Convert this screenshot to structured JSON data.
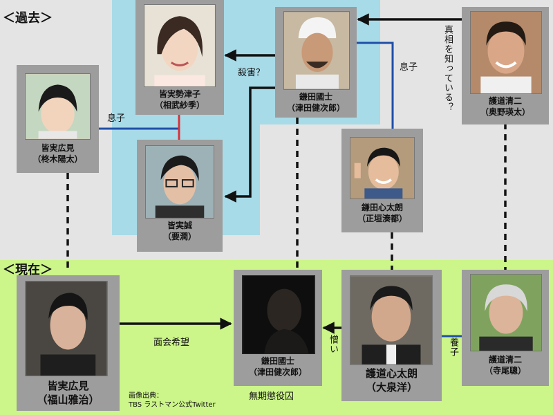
{
  "sections": {
    "past": "＜過去＞",
    "present": "＜現在＞"
  },
  "people": {
    "minazane_hiromi_past": {
      "role": "皆実広見",
      "actor": "（柊木陽太）"
    },
    "minazane_setsuko": {
      "role": "皆実勢津子",
      "actor": "（相武紗季）"
    },
    "kamata_kokushi_past": {
      "role": "鎌田國士",
      "actor": "（津田健次郎）"
    },
    "gomichi_seiji_past": {
      "role": "護道清二",
      "actor": "（奥野瑛太）"
    },
    "minazane_makoto": {
      "role": "皆実誠",
      "actor": "（要潤）"
    },
    "kamata_shintaro": {
      "role": "鎌田心太朗",
      "actor": "（正垣湊都）"
    },
    "minazane_hiromi_now": {
      "role": "皆実広見",
      "actor": "（福山雅治）"
    },
    "kamata_kokushi_now": {
      "role": "鎌田國士",
      "actor": "（津田健次郎）"
    },
    "gomichi_shintaro": {
      "role": "護道心太朗",
      "actor": "（大泉洋）"
    },
    "gomichi_seiji_now": {
      "role": "護道清二",
      "actor": "（寺尾聰）"
    }
  },
  "relations": {
    "son1": "息子",
    "son2": "息子",
    "murder": "殺害？",
    "knows_truth": "真相を知っている？",
    "meeting": "面会希望",
    "hate": "憎い",
    "adopted": "養子",
    "life_sentence": "無期懲役囚"
  },
  "credit": {
    "line1": "画像出典：",
    "line2": "TBS ラストマン公式Twitter"
  },
  "colors": {
    "past_bg": "#e4e4e4",
    "present_bg": "#ccf58a",
    "highlight": "#a8dbe8",
    "card": "#9d9d9d",
    "blue_line": "#1f4fa8",
    "red_line": "#d9303a"
  }
}
